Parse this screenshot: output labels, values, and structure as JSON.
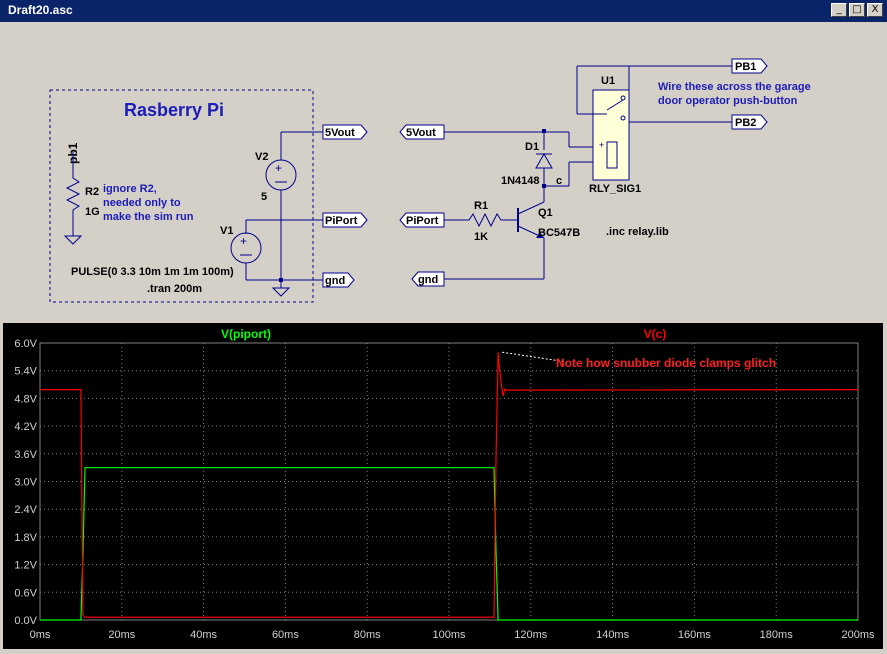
{
  "window": {
    "title": "Draft20.asc",
    "buttons": {
      "minimize": "_",
      "maximize": "□",
      "close": "X"
    }
  },
  "schematic": {
    "pi_title": "Rasberry Pi",
    "pb1_label": "pb1",
    "r2": {
      "name": "R2",
      "value": "1G"
    },
    "r2_note": [
      "ignore R2,",
      "needed only to",
      "make the sim run"
    ],
    "v2": {
      "name": "V2",
      "value": "5"
    },
    "v1": {
      "name": "V1",
      "pulse": "PULSE(0 3.3 10m 1m 1m 100m)"
    },
    "tran": ".tran 200m",
    "net_5vout_left": "5Vout",
    "net_piport_left": "PiPort",
    "net_gnd_left": "gnd",
    "net_5vout_right": "5Vout",
    "net_piport_right": "PiPort",
    "net_gnd_right": "gnd",
    "d1": {
      "name": "D1",
      "value": "1N4148"
    },
    "node_c": "c",
    "r1": {
      "name": "R1",
      "value": "1K"
    },
    "q1": {
      "name": "Q1",
      "value": "BC547B"
    },
    "inc": ".inc relay.lib",
    "u1": {
      "name": "U1",
      "value": "RLY_SIG1"
    },
    "net_pb1": "PB1",
    "net_pb2": "PB2",
    "relay_note": [
      "Wire these across the garage",
      "door operator push-button"
    ]
  },
  "chart_data": {
    "type": "line",
    "xlabel": "",
    "ylabel": "",
    "xlim": [
      0,
      200
    ],
    "ylim": [
      0,
      6.0
    ],
    "x_ticks": [
      "0ms",
      "20ms",
      "40ms",
      "60ms",
      "80ms",
      "100ms",
      "120ms",
      "140ms",
      "160ms",
      "180ms",
      "200ms"
    ],
    "y_ticks": [
      "0.0V",
      "0.6V",
      "1.2V",
      "1.8V",
      "2.4V",
      "3.0V",
      "3.6V",
      "4.2V",
      "4.8V",
      "5.4V",
      "6.0V"
    ],
    "grid": true,
    "series": [
      {
        "name": "V(piport)",
        "color": "#00ff00",
        "x": [
          0,
          10,
          10.5,
          11,
          111,
          111.5,
          112,
          200
        ],
        "y": [
          0,
          0,
          1.4,
          3.3,
          3.3,
          1.5,
          0,
          0
        ]
      },
      {
        "name": "V(c)",
        "color": "#ff0000",
        "x": [
          0,
          10,
          10.5,
          11,
          111,
          111.5,
          112,
          112.4,
          112.8,
          113.2,
          113.6,
          114,
          200
        ],
        "y": [
          4.99,
          4.99,
          0.1,
          0.06,
          0.06,
          3.5,
          5.8,
          5.4,
          5.1,
          4.85,
          5.0,
          4.98,
          4.99
        ]
      }
    ],
    "annotation": "Note how snubber diode clamps glitch"
  }
}
